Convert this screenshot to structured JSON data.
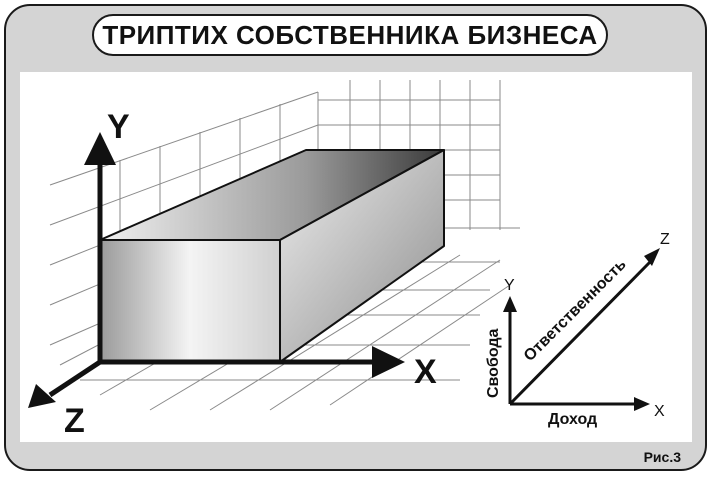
{
  "title": "ТРИПТИХ СОБСТВЕННИКА БИЗНЕСА",
  "figure_label": "Рис.3",
  "main_axes": {
    "x": "X",
    "y": "Y",
    "z": "Z"
  },
  "mini_axes": {
    "x": "X",
    "y": "Y",
    "z": "Z",
    "x_caption": "Доход",
    "y_caption": "Свобода",
    "z_caption": "Ответственность"
  },
  "colors": {
    "frame": "#d4d4d4",
    "outline": "#1a1a1a",
    "grid": "#8a8a8a"
  }
}
